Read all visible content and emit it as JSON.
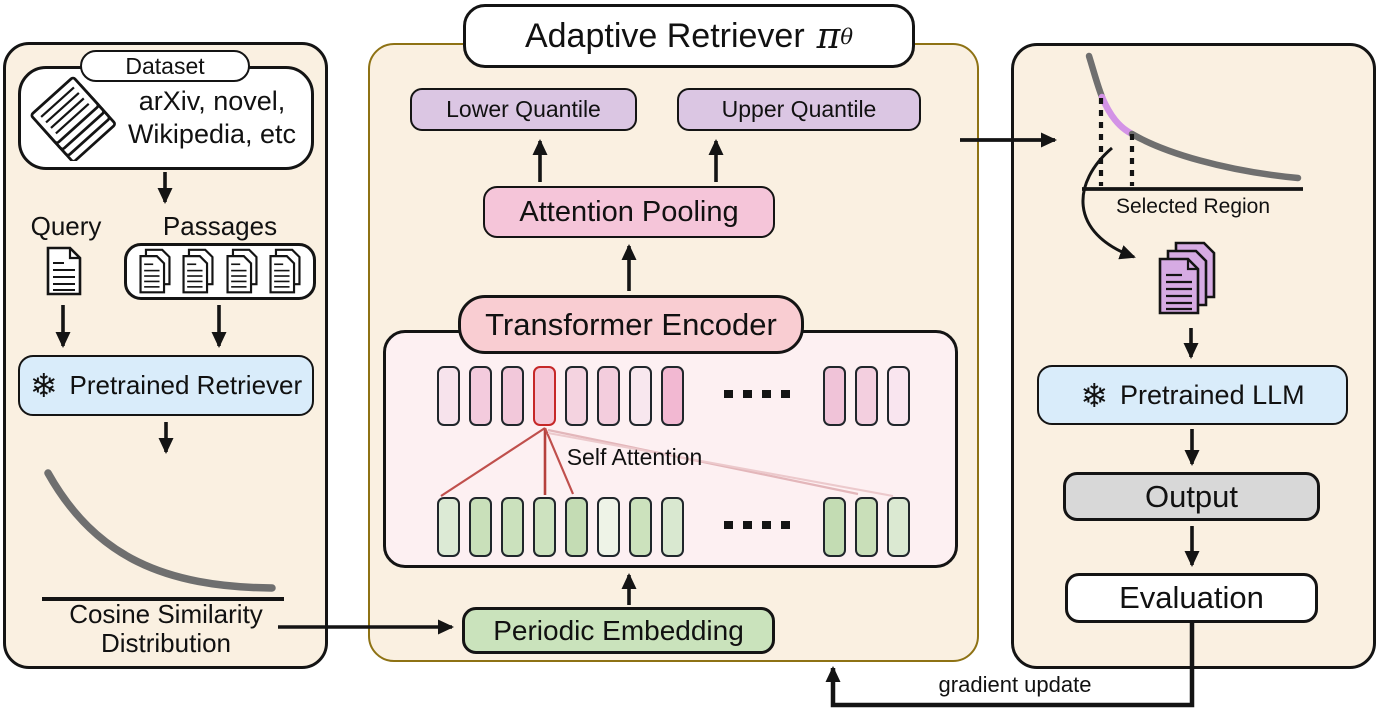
{
  "colors": {
    "panel_fill": "#faf0e1",
    "middle_panel_border": "#8e7214",
    "quantile_fill": "#dbc6e3",
    "attention_pooling_fill": "#f5c5d9",
    "transformer_fill": "#f9cdd2",
    "inner_box_fill": "#fdf0f2",
    "embedding_fill": "#cae3bc",
    "frozen_box_fill": "#d9ecfa",
    "output_fill": "#d8d8d8",
    "doc_purple": "#d6abe3",
    "curve_gray": "#6f6f6f",
    "selected_segment_purple": "#d393e6",
    "attention_line_red": "#b6413d"
  },
  "left_panel": {
    "dataset_label": "Dataset",
    "sources_line1": "arXiv, novel,",
    "sources_line2": "Wikipedia, etc",
    "query_label": "Query",
    "passages_label": "Passages",
    "snowflake_icon": "❄",
    "pretrained_retriever_label": "Pretrained Retriever",
    "distribution_caption_line1": "Cosine Similarity",
    "distribution_caption_line2": "Distribution"
  },
  "middle_panel": {
    "title_text": "Adaptive Retriever",
    "title_math": "π",
    "title_math_sub": "θ",
    "lower_quantile_label": "Lower Quantile",
    "upper_quantile_label": "Upper Quantile",
    "attention_pooling_label": "Attention Pooling",
    "transformer_encoder_label": "Transformer Encoder",
    "self_attention_label": "Self Attention",
    "periodic_embedding_label": "Periodic Embedding",
    "token_rows": {
      "top_left": [
        "#f7e3ec",
        "#f3cbdd",
        "#f2c8da",
        "#f5c8d8",
        "#f4d3e0",
        "#f3cddd",
        "#f8e7ee",
        "#f2b8d2"
      ],
      "top_right": [
        "#f0c3d8",
        "#f3cfdf",
        "#f9e5ef"
      ],
      "highlight_index": 3,
      "bottom_left": [
        "#dcead5",
        "#c9e0ba",
        "#cbe1bd",
        "#cde2bf",
        "#c4dcb4",
        "#eef3e7",
        "#cce2bd",
        "#d9e8d0"
      ],
      "bottom_right": [
        "#c3dcb3",
        "#c9dfb9",
        "#dbe9d2"
      ]
    }
  },
  "right_panel": {
    "selected_region_label": "Selected Region",
    "snowflake_icon": "❄",
    "pretrained_llm_label": "Pretrained LLM",
    "output_label": "Output",
    "evaluation_label": "Evaluation"
  },
  "feedback": {
    "gradient_update_label": "gradient update"
  }
}
